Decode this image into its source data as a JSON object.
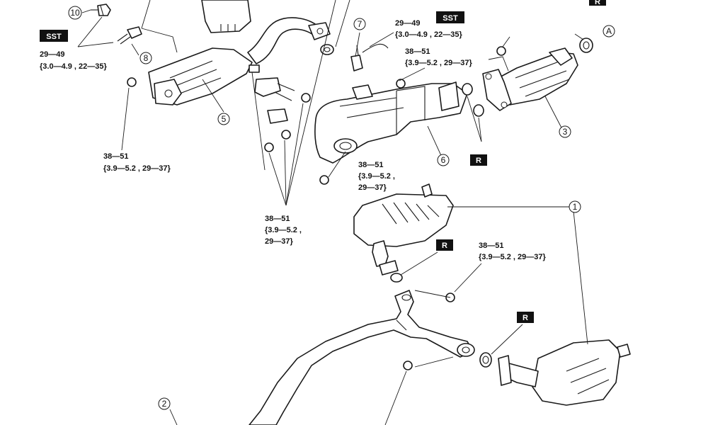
{
  "colors": {
    "line": "#1a1a1a",
    "badge": "#111111",
    "background": "#ffffff"
  },
  "badges": {
    "sst": "SST",
    "r": "R"
  },
  "parts": {
    "p1": "1",
    "p2": "2",
    "p3": "3",
    "p5": "5",
    "p6": "6",
    "p7": "7",
    "p8": "8",
    "p10": "10",
    "a": "A"
  },
  "torques": {
    "t1_l1": "29—49",
    "t1_l2": "{3.0—4.9 , 22—35}",
    "t2_l1": "29—49",
    "t2_l2": "{3.0—4.9 , 22—35}",
    "t3_l1": "38—51",
    "t3_l2": "{3.9—5.2 , 29—37}",
    "t4_l1": "38—51",
    "t4_l2": "{3.9—5.2 , 29—37}",
    "t5_l1": "38—51",
    "t5_l2": "{3.9—5.2 ,",
    "t5_l3": "29—37}",
    "t6_l1": "38—51",
    "t6_l2": "{3.9—5.2 ,",
    "t6_l3": "29—37}",
    "t7_l1": "38—51",
    "t7_l2": "{3.9—5.2 , 29—37}"
  }
}
